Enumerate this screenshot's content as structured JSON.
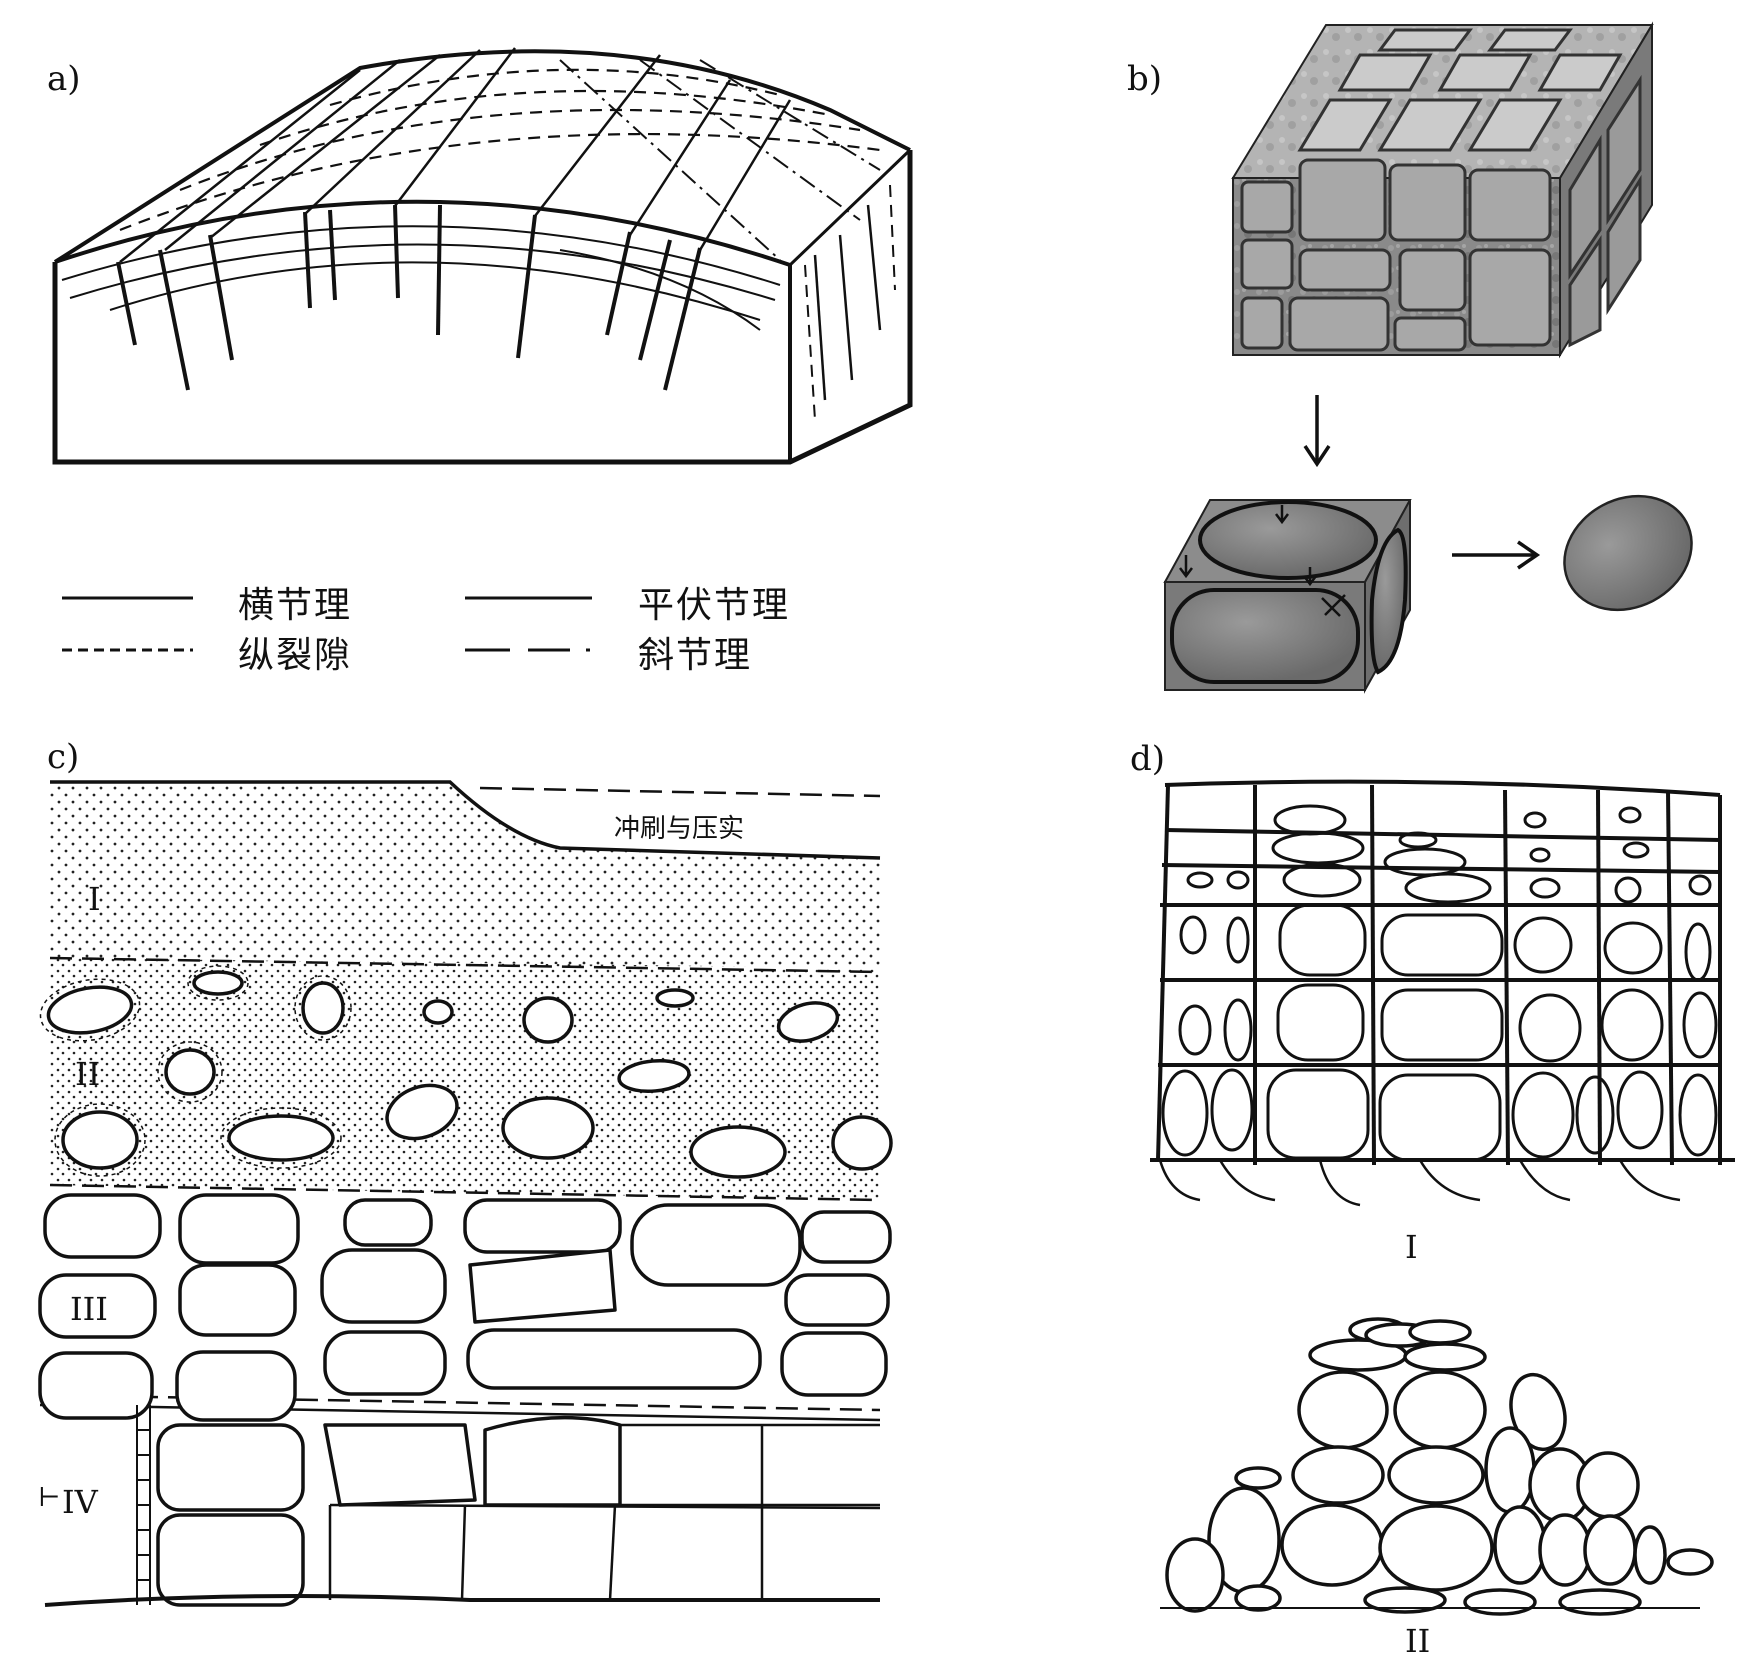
{
  "panels": {
    "a": {
      "label": "a)"
    },
    "b": {
      "label": "b)"
    },
    "c": {
      "label": "c)",
      "annotation": "冲刷与压实",
      "zones": [
        "I",
        "II",
        "III",
        "IV"
      ],
      "side_mark": "⊢"
    },
    "d": {
      "label": "d)",
      "captions": [
        "I",
        "II"
      ]
    }
  },
  "legend": {
    "items": [
      {
        "label": "横节理",
        "line_style": "solid"
      },
      {
        "label": "纵裂隙",
        "line_style": "short-dash"
      },
      {
        "label": "平伏节理",
        "line_style": "solid"
      },
      {
        "label": "斜节理",
        "line_style": "long-dash-dot"
      }
    ]
  },
  "colors": {
    "ink": "#111111",
    "stone_dark": "#6e6e6e",
    "stone_light": "#a9a9a9",
    "block_gray": "#7d7d7d"
  }
}
